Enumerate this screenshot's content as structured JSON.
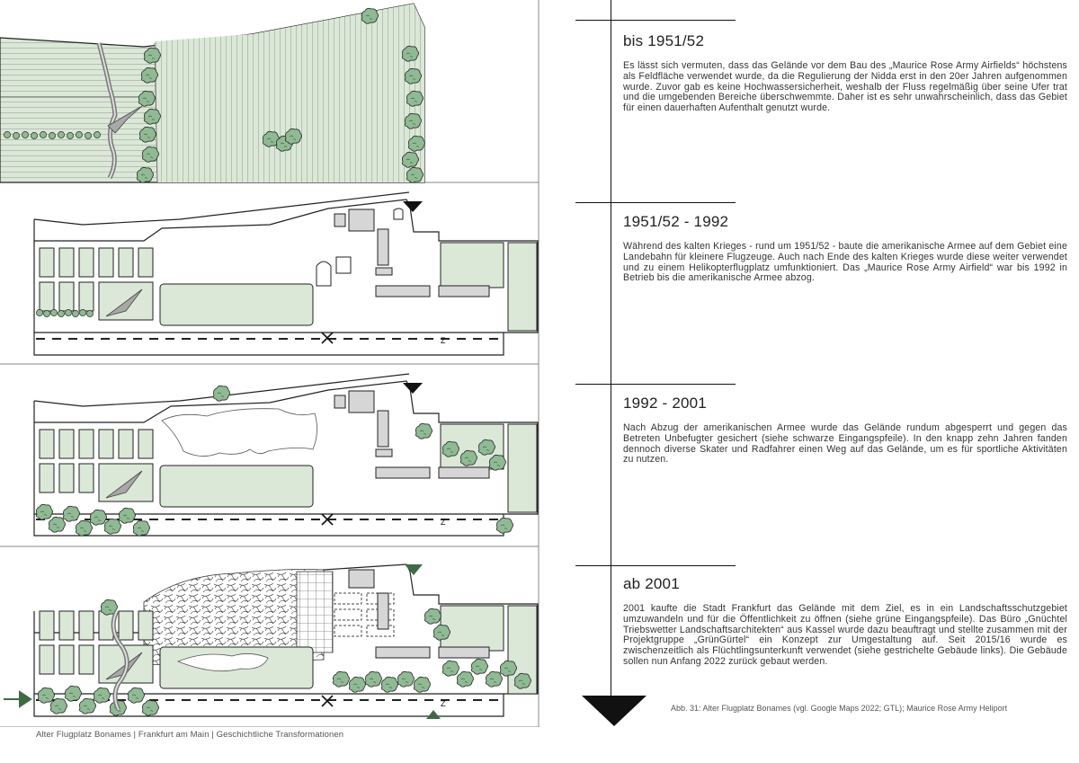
{
  "periods": [
    {
      "heading": "bis 1951/52",
      "text": "Es lässt sich vermuten, dass das Gelände vor dem Bau des „Maurice Rose Army Airfields“ höchstens als Feldfläche verwendet wurde, da die Regulierung der Nidda erst in den 20er Jahren aufgenommen wurde. Zuvor gab es keine Hochwassersicherheit, weshalb der Fluss regelmäßig über seine Ufer trat und die umgebenden Bereiche überschwemmte. Daher ist es sehr unwahrscheinlich, dass das Gebiet für einen dauerhaften Aufenthalt genutzt wurde."
    },
    {
      "heading": "1951/52 - 1992",
      "text": "Während des kalten Krieges - rund um 1951/52 - baute die amerikanische Armee auf dem Gebiet eine Landebahn für kleinere Flugzeuge. Auch nach Ende des kalten Krieges wurde diese weiter verwendet und zu einem Helikopterflugplatz umfunktioniert. Das „Maurice Rose Army Airfield“ war bis 1992 in Betrieb bis die amerikanische Armee abzog."
    },
    {
      "heading": "1992 - 2001",
      "text": "Nach Abzug der amerikanischen Armee wurde das Gelände rundum abgesperrt und gegen das Betreten Unbefugter gesichert (siehe schwarze Eingangspfeile). In den knapp zehn Jahren fanden dennoch diverse Skater und Radfahrer einen Weg auf das Gelände, um es für sportliche Aktivitäten zu nutzen."
    },
    {
      "heading": "ab 2001",
      "text": "2001 kaufte die Stadt Frankfurt das Gelände mit dem Ziel, es in ein Landschaftsschutzgebiet umzuwandeln und für die Öffentlichkeit zu öffnen (siehe grüne Eingangspfeile). Das Büro „Gnüchtel Triebswetter Landschaftsarchitekten“ aus Kassel wurde dazu beauftragt und stellte zusammen mit der Projektgruppe „GrünGürtel“ ein Konzept zur Umgestaltung auf. Seit 2015/16 wurde es zwischenzeitlich als Flüchtlingsunterkunft verwendet (siehe gestrichelte Gebäude links). Die Gebäude sollen nun Anfang 2022 zurück gebaut werden."
    }
  ],
  "caption": "Abb. 31: Alter Flugplatz Bonames (vgl. Google Maps 2022; GTL); Maurice Rose Army Heliport",
  "footer": "Alter Flugplatz Bonames | Frankfurt am Main | Geschichtliche Transformationen",
  "colors": {
    "green_fill": "#dbe8d8",
    "tree_fill": "#8fba93",
    "building_fill": "#d6d6d6",
    "arrow_green": "#3f6a46",
    "ink": "#111111"
  }
}
